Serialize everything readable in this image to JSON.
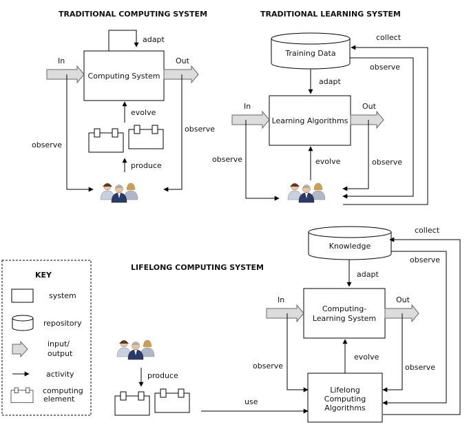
{
  "titles": {
    "traditional_computing": "TRADITIONAL COMPUTING SYSTEM",
    "traditional_learning": "TRADITIONAL LEARNING SYSTEM",
    "lifelong_computing": "LIFELONG COMPUTING SYSTEM"
  },
  "tcs": {
    "box": "Computing System",
    "in": "In",
    "out": "Out",
    "adapt": "adapt",
    "evolve": "evolve",
    "produce": "produce",
    "observe_left": "observe",
    "observe_right": "observe"
  },
  "tls": {
    "repo": "Training Data",
    "box": "Learning Algorithms",
    "in": "In",
    "out": "Out",
    "adapt": "adapt",
    "evolve": "evolve",
    "collect": "collect",
    "observe_top": "observe",
    "observe_left": "observe",
    "observe_right": "observe"
  },
  "lcs": {
    "repo": "Knowledge",
    "box_line1": "Computing-",
    "box_line2": "Learning System",
    "algo_line1": "Lifelong",
    "algo_line2": "Computing",
    "algo_line3": "Algorithms",
    "in": "In",
    "out": "Out",
    "adapt": "adapt",
    "evolve": "evolve",
    "collect": "collect",
    "observe_top": "observe",
    "observe_left": "observe",
    "observe_right": "observe",
    "produce": "produce",
    "use": "use"
  },
  "key": {
    "title": "KEY",
    "system": "system",
    "repository": "repository",
    "io_line1": "input/",
    "io_line2": "output",
    "activity": "activity",
    "ce_line1": "computing",
    "ce_line2": "element"
  }
}
